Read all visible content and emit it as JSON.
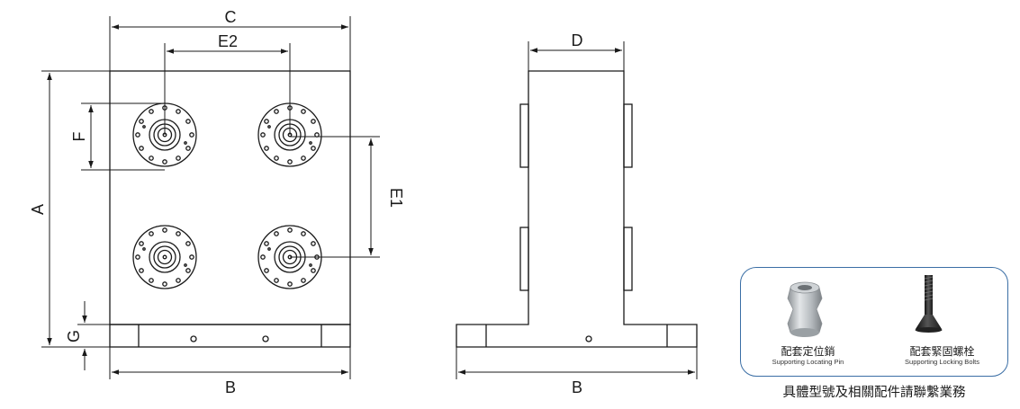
{
  "drawing": {
    "labels": {
      "A": "A",
      "B_front": "B",
      "B_side": "B",
      "C": "C",
      "D": "D",
      "E1": "E1",
      "E2": "E2",
      "F": "F",
      "G": "G"
    },
    "line_color": "#1a1a1a"
  },
  "accessories": {
    "border_color": "#3a6ea5",
    "items": [
      {
        "name_zh": "配套定位銷",
        "name_en": "Supporting Locating Pin",
        "icon": "locating-pin-icon"
      },
      {
        "name_zh": "配套緊固螺栓",
        "name_en": "Supporting Locking Bolts",
        "icon": "locking-bolt-icon"
      }
    ],
    "note": "具體型號及相關配件請聯繫業務"
  }
}
